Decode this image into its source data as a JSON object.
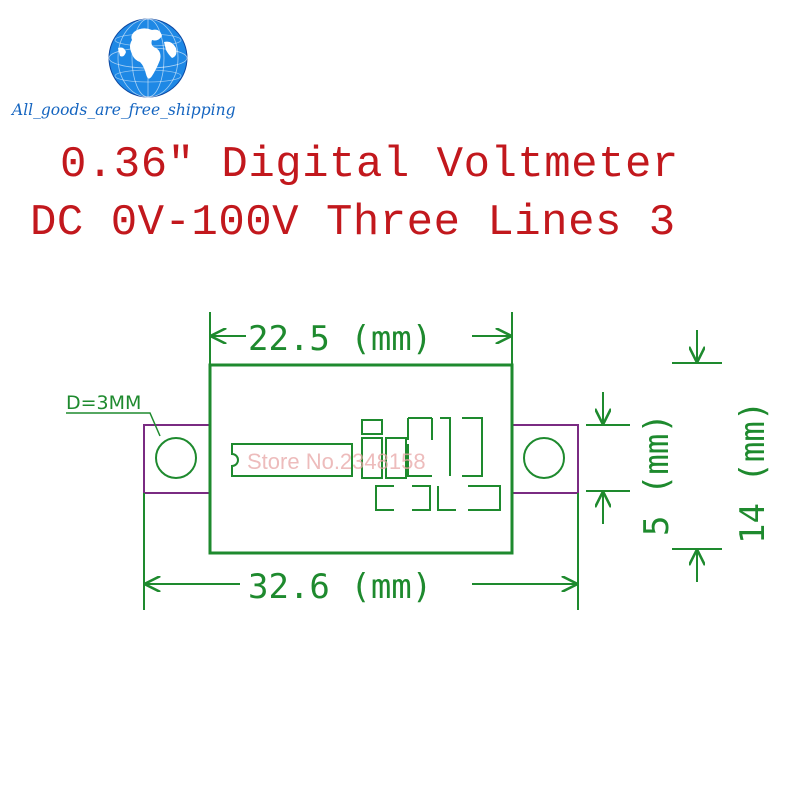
{
  "brand": {
    "shipping_text": "All_goods_are_free_shipping",
    "logo_icon": "globe-icon"
  },
  "title": {
    "line1": "0.36″ Digital Voltmeter",
    "line2": "DC 0V-100V Three Lines 3"
  },
  "drawing": {
    "width_label": "22.5 (mm)",
    "total_width_label": "32.6 (mm)",
    "hole_label": "D=3MM",
    "hole_spacing_label": "5 (mm)",
    "height_label": "14 (mm)",
    "watermark": "Store No.2348158"
  },
  "colors": {
    "title": "#c2181d",
    "dimension": "#1e8a2e",
    "bracket": "#7a2b82",
    "brand": "#1565c0",
    "globe": "#1e88e5"
  }
}
